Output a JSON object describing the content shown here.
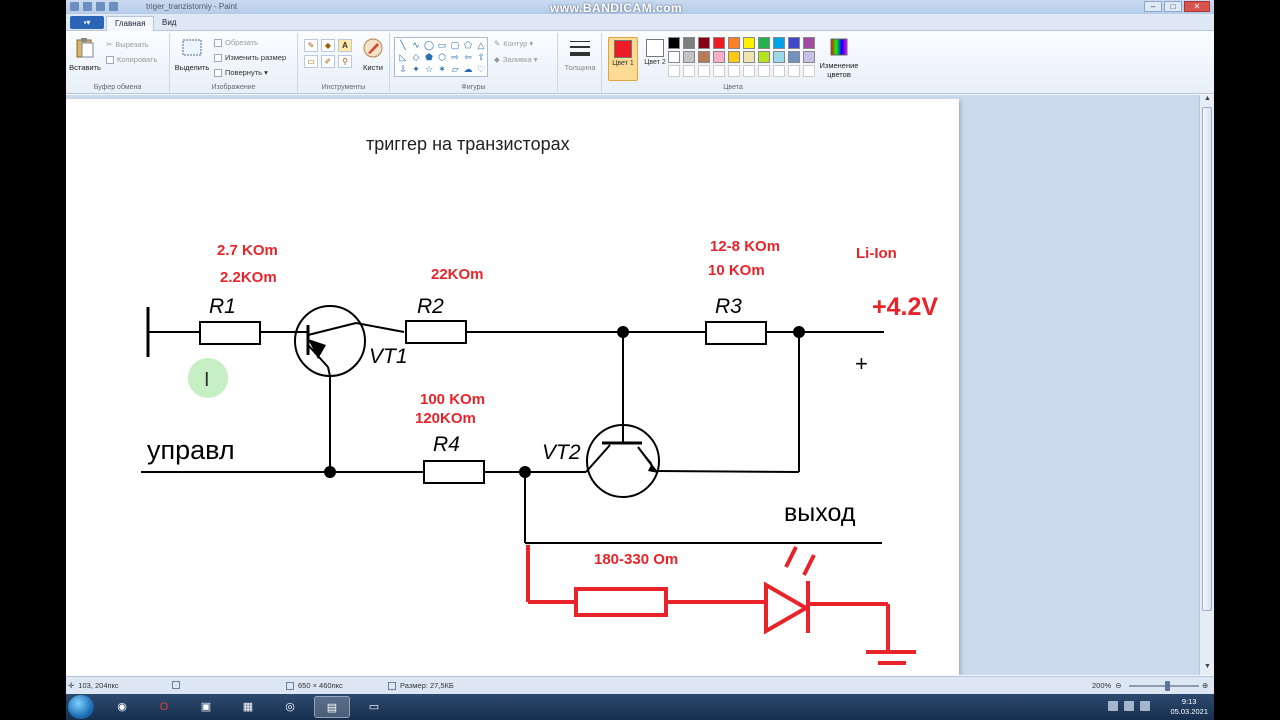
{
  "window": {
    "title": "triger_tranzistorniy - Paint",
    "watermark": "www.BANDICAM.com",
    "controls": {
      "minimize": "–",
      "maximize": "□",
      "close": "✕"
    }
  },
  "tabs": {
    "file_label": "▪▾",
    "items": [
      {
        "label": "Главная",
        "active": true
      },
      {
        "label": "Вид",
        "active": false
      }
    ]
  },
  "ribbon": {
    "clipboard": {
      "label": "Буфер обмена",
      "paste": "Вставить",
      "cut": "Вырезать",
      "copy": "Копировать"
    },
    "image": {
      "label": "Изображение",
      "select": "Выделить",
      "crop": "Обрезать",
      "resize": "Изменить размер",
      "rotate": "Повернуть ▾"
    },
    "tools": {
      "label": "Инструменты",
      "brushes": "Кисти"
    },
    "shapes": {
      "label": "Фигуры",
      "outline": "Контур ▾",
      "fill": "Заливка ▾"
    },
    "size": {
      "label": "Толщина"
    },
    "colors": {
      "label": "Цвета",
      "color1": "Цвет 1",
      "color2": "Цвет 2",
      "edit": "Изменение цветов",
      "color1_value": "#ed1c24",
      "color2_value": "#ffffff",
      "palette": [
        "#000000",
        "#7f7f7f",
        "#880015",
        "#ed1c24",
        "#ff7f27",
        "#fff200",
        "#22b14c",
        "#00a2e8",
        "#3f48cc",
        "#a349a4",
        "#ffffff",
        "#c3c3c3",
        "#b97a57",
        "#ffaec9",
        "#ffc90e",
        "#efe4b0",
        "#b5e61d",
        "#99d9ea",
        "#7092be",
        "#c8bfe7",
        "#ffffff",
        "#ffffff",
        "#ffffff",
        "#ffffff",
        "#ffffff",
        "#ffffff",
        "#ffffff",
        "#ffffff",
        "#ffffff",
        "#ffffff"
      ]
    }
  },
  "drawing": {
    "title": "триггер на транзисторах",
    "labels": {
      "r1": "R1",
      "r2": "R2",
      "r3": "R3",
      "r4": "R4",
      "vt1": "VT1",
      "vt2": "VT2",
      "control": "управл",
      "output": "выход",
      "plus": "+"
    },
    "annotations": {
      "r1_a": "2.7 KOm",
      "r1_b": "2.2KOm",
      "r2": "22KOm",
      "r3_a": "12-8 KOm",
      "r3_b": "10 KOm",
      "battery": "Li-Ion",
      "voltage": "+4.2V",
      "r4_a": "100 KOm",
      "r4_b": "120KOm",
      "led_resistor": "180-330 Om"
    },
    "colors": {
      "ink": "#000000",
      "red": "#e8242a",
      "highlight": "#c6efc4"
    }
  },
  "status": {
    "cursor": "103, 204пкс",
    "selection": "",
    "image_size": "650 × 460пкс",
    "file_size": "Размер: 27,5КБ",
    "zoom": "200%"
  },
  "taskbar": {
    "time": "9:13",
    "date": "05.03.2021"
  }
}
